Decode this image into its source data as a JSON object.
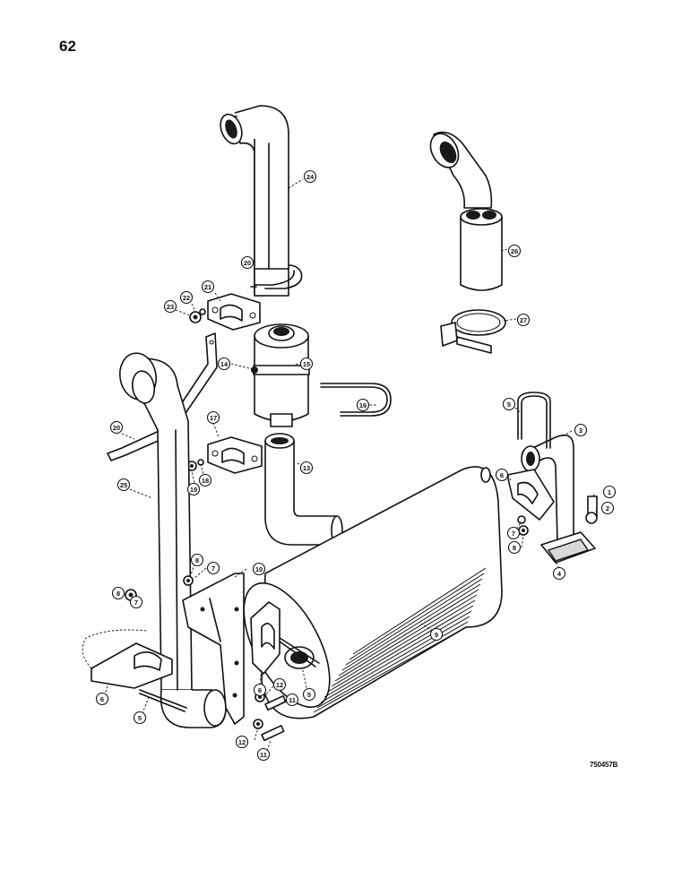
{
  "page": {
    "number": "62",
    "drawing_id": "750457B"
  },
  "callouts": [
    {
      "id": "c24",
      "label": "24"
    },
    {
      "id": "c26",
      "label": "26"
    },
    {
      "id": "c20a",
      "label": "20"
    },
    {
      "id": "c21",
      "label": "21"
    },
    {
      "id": "c22",
      "label": "22"
    },
    {
      "id": "c23",
      "label": "23"
    },
    {
      "id": "c27",
      "label": "27"
    },
    {
      "id": "c14",
      "label": "14"
    },
    {
      "id": "c15",
      "label": "15"
    },
    {
      "id": "c16",
      "label": "16"
    },
    {
      "id": "c13",
      "label": "13"
    },
    {
      "id": "c17",
      "label": "17"
    },
    {
      "id": "c18",
      "label": "18"
    },
    {
      "id": "c19",
      "label": "19"
    },
    {
      "id": "c20b",
      "label": "20"
    },
    {
      "id": "c25",
      "label": "25"
    },
    {
      "id": "c5a",
      "label": "5"
    },
    {
      "id": "c3",
      "label": "3"
    },
    {
      "id": "c6a",
      "label": "6"
    },
    {
      "id": "c1",
      "label": "1"
    },
    {
      "id": "c2",
      "label": "2"
    },
    {
      "id": "c7a",
      "label": "7"
    },
    {
      "id": "c8a",
      "label": "8"
    },
    {
      "id": "c4",
      "label": "4"
    },
    {
      "id": "c8b",
      "label": "8"
    },
    {
      "id": "c7b",
      "label": "7"
    },
    {
      "id": "c10",
      "label": "10"
    },
    {
      "id": "c8c",
      "label": "8"
    },
    {
      "id": "c7c",
      "label": "7"
    },
    {
      "id": "c9",
      "label": "9"
    },
    {
      "id": "c6b",
      "label": "6"
    },
    {
      "id": "c5b",
      "label": "5"
    },
    {
      "id": "c6c",
      "label": "6"
    },
    {
      "id": "c5c",
      "label": "5"
    },
    {
      "id": "c12a",
      "label": "12"
    },
    {
      "id": "c11a",
      "label": "11"
    },
    {
      "id": "c12b",
      "label": "12"
    },
    {
      "id": "c11b",
      "label": "11"
    }
  ]
}
